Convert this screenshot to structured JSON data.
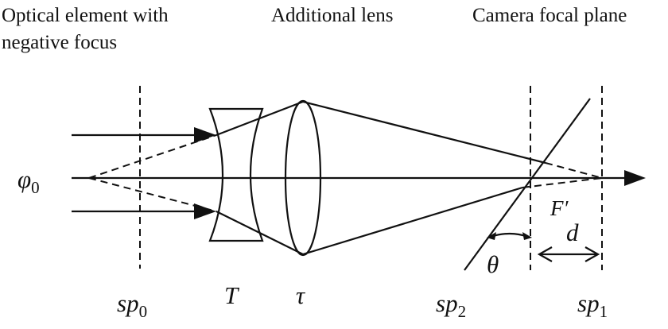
{
  "labels": {
    "optical_element_line1": "Optical element with",
    "optical_element_line2": "negative focus",
    "additional_lens": "Additional lens",
    "camera_focal_plane": "Camera focal plane",
    "phi": "φ",
    "phi_sub": "0",
    "T": "T",
    "tau": "τ",
    "F_prime": "F′",
    "theta": "θ",
    "d": "d",
    "sp": "sp",
    "sp0_sub": "0",
    "sp2_sub": "2",
    "sp1_sub": "1"
  },
  "colors": {
    "ink": "#111111",
    "background": "#ffffff"
  }
}
